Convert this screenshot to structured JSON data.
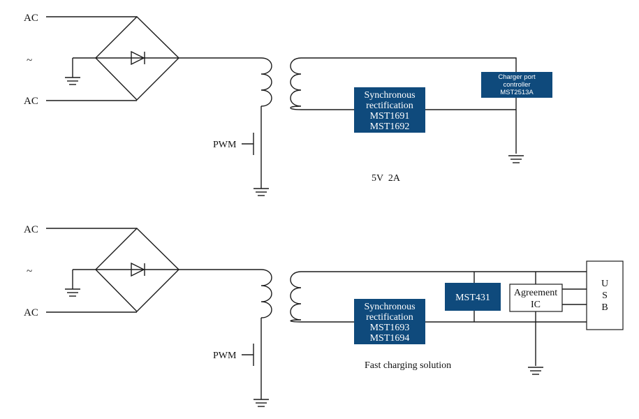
{
  "colors": {
    "block": "#0f4a7c",
    "wire": "#1a1a1a",
    "background": "#ffffff"
  },
  "top": {
    "ac_top": "AC",
    "tilde": "~",
    "ac_bottom": "AC",
    "pwm": "PWM",
    "sync_block": [
      "Synchronous",
      "rectification",
      "MST1691",
      "MST1692"
    ],
    "port_controller": [
      "Charger port",
      "controller",
      "MST2513A"
    ],
    "caption": "5V  2A"
  },
  "bottom": {
    "ac_top": "AC",
    "tilde": "~",
    "ac_bottom": "AC",
    "pwm": "PWM",
    "sync_block": [
      "Synchronous",
      "rectification",
      "MST1693",
      "MST1694"
    ],
    "mst431": "MST431",
    "agreement_ic": [
      "Agreement",
      "IC"
    ],
    "usb": [
      "U",
      "S",
      "B"
    ],
    "caption": "Fast charging solution"
  }
}
